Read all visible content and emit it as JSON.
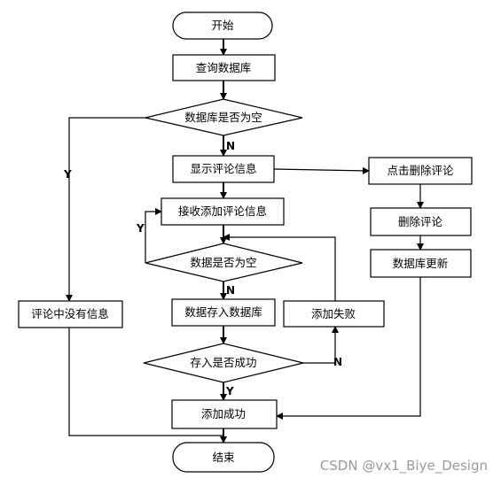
{
  "nodes": {
    "start": "开始",
    "query_db": "查询数据库",
    "db_empty": "数据库是否为空",
    "show_comments": "显示评论信息",
    "click_delete": "点击删除评论",
    "receive_add": "接收添加评论信息",
    "delete_comment": "删除评论",
    "data_empty": "数据是否为空",
    "db_update": "数据库更新",
    "no_comments": "评论中没有信息",
    "save_db": "数据存入数据库",
    "add_failed": "添加失败",
    "save_success": "存入是否成功",
    "add_success": "添加成功",
    "end": "结束"
  },
  "edge_labels": {
    "db_empty_no": "N",
    "db_empty_yes": "Y",
    "data_empty_yes": "Y",
    "data_empty_no": "N",
    "save_success_no": "N",
    "save_success_yes": "Y"
  },
  "watermark": "CSDN @vx1_Biye_Design"
}
